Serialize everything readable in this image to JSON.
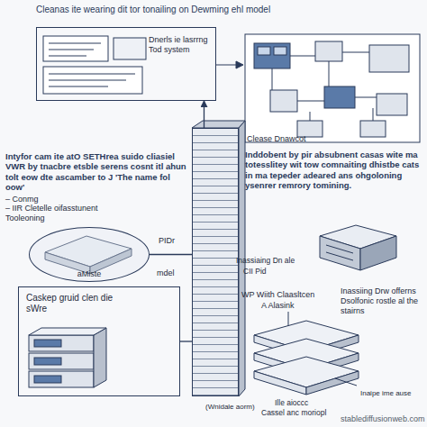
{
  "diagram": {
    "title": "Cleanas ite wearing dit tor tonailing on Dewming ehl model",
    "nodes": [
      {
        "text": [
          "Dnerls ie lasrrng Tod system"
        ]
      },
      {
        "text": [
          "Clease Dnawcot"
        ]
      },
      {
        "text": [
          "aMiste"
        ]
      },
      {
        "text": [
          "Caskep gruid clen die sWre"
        ]
      }
    ],
    "edges": [
      {
        "from": 1,
        "to": 0,
        "arrow": "to"
      },
      {
        "from": 1,
        "to": 2,
        "arrow": "none"
      },
      {
        "from": 3,
        "to": 1,
        "arrow": "none"
      }
    ],
    "labels": [
      "Intyfor cam ite atO SETHrea suido cliasiel VWR by tnacbre etsble serens cosnt itl ahun tolt eow dte ascamber to J 'The name fol oow'",
      "– Conmg",
      "– IIR Cletelle oifasstunent",
      "Tooleoning",
      "Inddobent by pir absubnent casas wite ma totesslitey wit tow comnaiting dhistbe cats in ma tepeder adeared ans ohgoloning ysenrer remrory tomining.",
      "PIDr",
      "mdel",
      "Inassiaing Dn ale",
      "CII Pid",
      "WP Wiith Claasltcen",
      "A Alasink",
      "Inassiing Drw offerns Dsolfonic rostle al the stairns",
      "Inaipe ime ause",
      "Ille aioccc",
      "Cassel anc moriopl",
      "(Wnidale aorm)",
      "stablediffusionweb.com"
    ]
  }
}
